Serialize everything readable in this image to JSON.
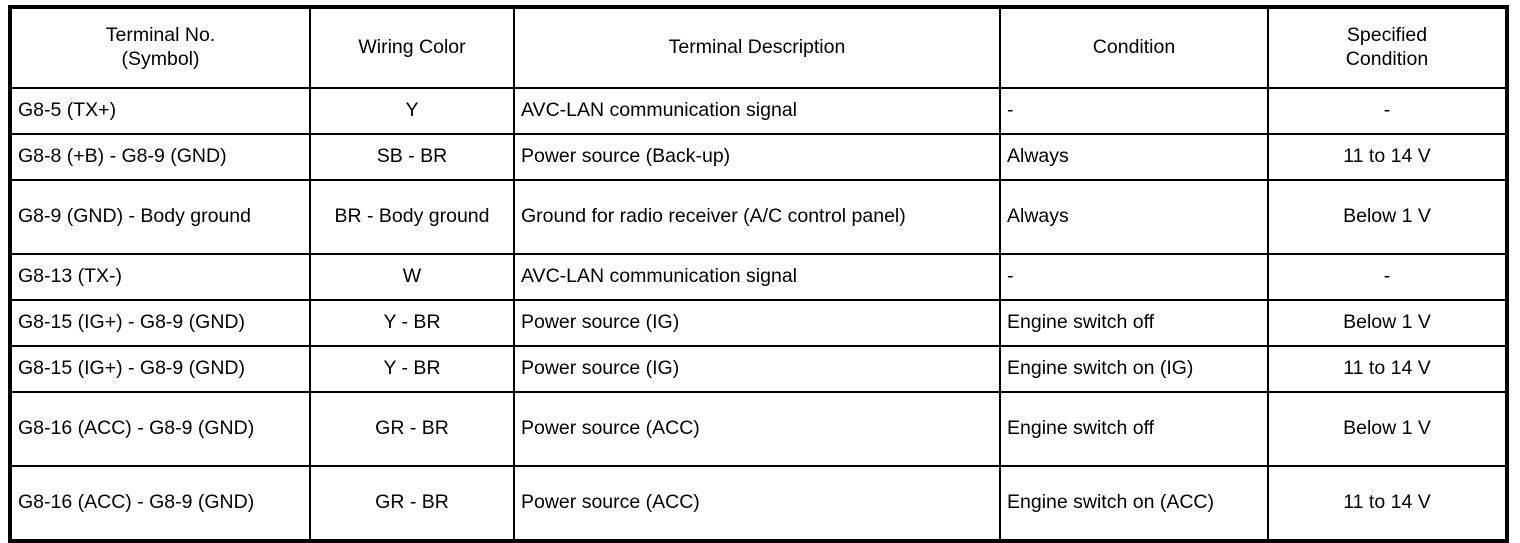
{
  "table": {
    "title": "Terminal inspection specification table",
    "border_color": "#000000",
    "background_color": "#ffffff",
    "columns": [
      {
        "key": "terminal",
        "label": "Terminal No.\n(Symbol)",
        "label_line1": "Terminal No.",
        "label_line2": "(Symbol)",
        "align": "left"
      },
      {
        "key": "color",
        "label": "Wiring Color",
        "align": "center"
      },
      {
        "key": "description",
        "label": "Terminal Description",
        "align": "left"
      },
      {
        "key": "condition",
        "label": "Condition",
        "align": "left"
      },
      {
        "key": "specified",
        "label": "Specified\nCondition",
        "label_line1": "Specified",
        "label_line2": "Condition",
        "align": "center"
      }
    ],
    "rows": [
      {
        "terminal": "G8-5 (TX+)",
        "color": "Y",
        "description": "AVC-LAN communication signal",
        "condition": "-",
        "specified": "-"
      },
      {
        "terminal": "G8-8 (+B) - G8-9 (GND)",
        "color": "SB - BR",
        "description": "Power source (Back-up)",
        "condition": "Always",
        "specified": "11 to 14 V"
      },
      {
        "terminal": "G8-9 (GND) - Body ground",
        "color": "BR - Body ground",
        "description": "Ground for radio receiver (A/C control panel)",
        "condition": "Always",
        "specified": "Below 1 V"
      },
      {
        "terminal": "G8-13 (TX-)",
        "color": "W",
        "description": "AVC-LAN communication signal",
        "condition": "-",
        "specified": "-"
      },
      {
        "terminal": "G8-15 (IG+) - G8-9 (GND)",
        "color": "Y - BR",
        "description": "Power source (IG)",
        "condition": "Engine switch off",
        "specified": "Below 1 V"
      },
      {
        "terminal": "G8-15 (IG+) - G8-9 (GND)",
        "color": "Y - BR",
        "description": "Power source (IG)",
        "condition": "Engine switch on (IG)",
        "specified": "11 to 14 V"
      },
      {
        "terminal": "G8-16 (ACC) - G8-9 (GND)",
        "color": "GR - BR",
        "description": "Power source (ACC)",
        "condition": "Engine switch off",
        "specified": "Below 1 V"
      },
      {
        "terminal": "G8-16 (ACC) - G8-9 (GND)",
        "color": "GR - BR",
        "description": "Power source (ACC)",
        "condition": "Engine switch on (ACC)",
        "specified": "11 to 14 V"
      }
    ]
  }
}
